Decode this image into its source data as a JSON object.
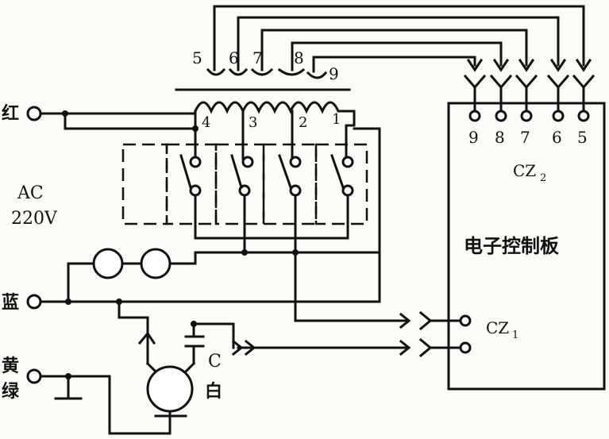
{
  "labels": {
    "red": "红",
    "blue": "蓝",
    "yellow": "黄",
    "green": "绿",
    "ac": "AC",
    "voltage": "220V",
    "board": "电子控制板",
    "cz2": "CZ",
    "cz2_sub": "2",
    "cz1": "CZ",
    "cz1_sub": "1",
    "cap": "C",
    "white": "白"
  },
  "tap_numbers": [
    "4",
    "3",
    "2",
    "1"
  ],
  "top_connector_numbers": [
    "5",
    "6",
    "7",
    "8",
    "9"
  ],
  "cz2_pins": [
    "9",
    "8",
    "7",
    "6",
    "5"
  ]
}
